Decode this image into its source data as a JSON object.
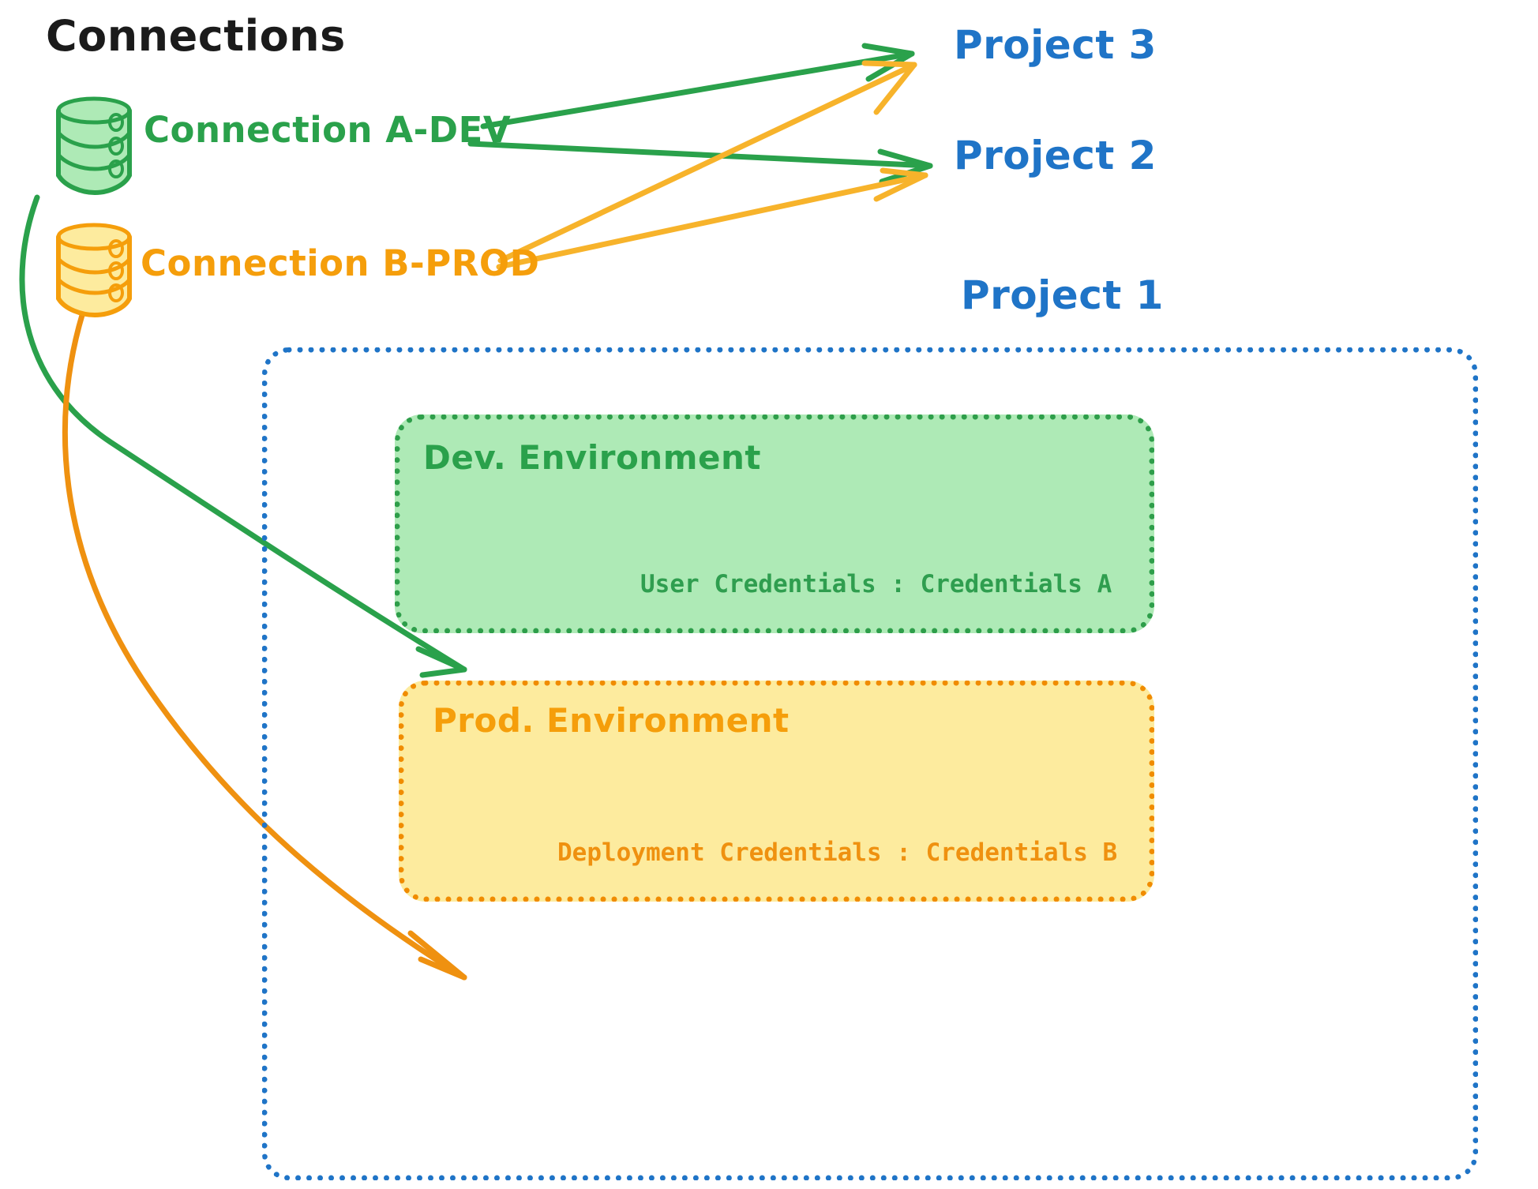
{
  "diagram": {
    "title": "Connections",
    "background": "#ffffff"
  },
  "palette": {
    "green": "#2aa14b",
    "green_dark": "#2e9e4a",
    "green_fill": "#aeeab6",
    "orange": "#f59e0b",
    "orange_dark": "#f08c00",
    "orange_fill": "#fdeb9e",
    "blue": "#1f74c7",
    "black": "#1b1b1b"
  },
  "connections": [
    {
      "id": "conn-a-dev",
      "label": "Connection A-DEV",
      "color": "#2aa14b",
      "icon": "database-cylinder-icon",
      "targets": [
        "Project 3",
        "Project 2",
        "Dev. Environment"
      ]
    },
    {
      "id": "conn-b-prod",
      "label": "Connection B-PROD",
      "color": "#f59e0b",
      "icon": "database-cylinder-icon",
      "targets": [
        "Project 3",
        "Project 2",
        "Prod. Environment"
      ]
    }
  ],
  "projects": [
    {
      "id": "project-3",
      "label": "Project 3"
    },
    {
      "id": "project-2",
      "label": "Project 2"
    },
    {
      "id": "project-1",
      "label": "Project 1"
    }
  ],
  "project_1": {
    "label": "Project 1",
    "environments": [
      {
        "id": "dev-environment",
        "title": "Dev. Environment",
        "credentials_label": "User Credentials",
        "credentials_separator": ":",
        "credentials_value": "Credentials A",
        "credentials_line": "User Credentials : Credentials A",
        "color": "#2aa14b",
        "fill": "#aeeab6"
      },
      {
        "id": "prod-environment",
        "title": "Prod. Environment",
        "credentials_label": "Deployment Credentials",
        "credentials_separator": ":",
        "credentials_value": "Credentials B",
        "credentials_line": "Deployment Credentials : Credentials B",
        "color": "#f59e0b",
        "fill": "#fdeb9e"
      }
    ]
  }
}
